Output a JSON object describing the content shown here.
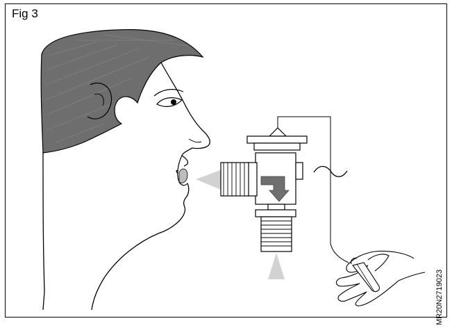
{
  "figure": {
    "label": "Fig 3",
    "code": "MR20N2719023"
  },
  "colors": {
    "outline": "#000000",
    "hair": "#6e6e6e",
    "arrow": "#6f6f6f",
    "breath": "#d2d2d2",
    "background": "#ffffff"
  },
  "icons": [
    "face-profile",
    "expansion-valve",
    "flow-arrow-icon",
    "tilde-icon",
    "hand-holding-bulb"
  ]
}
